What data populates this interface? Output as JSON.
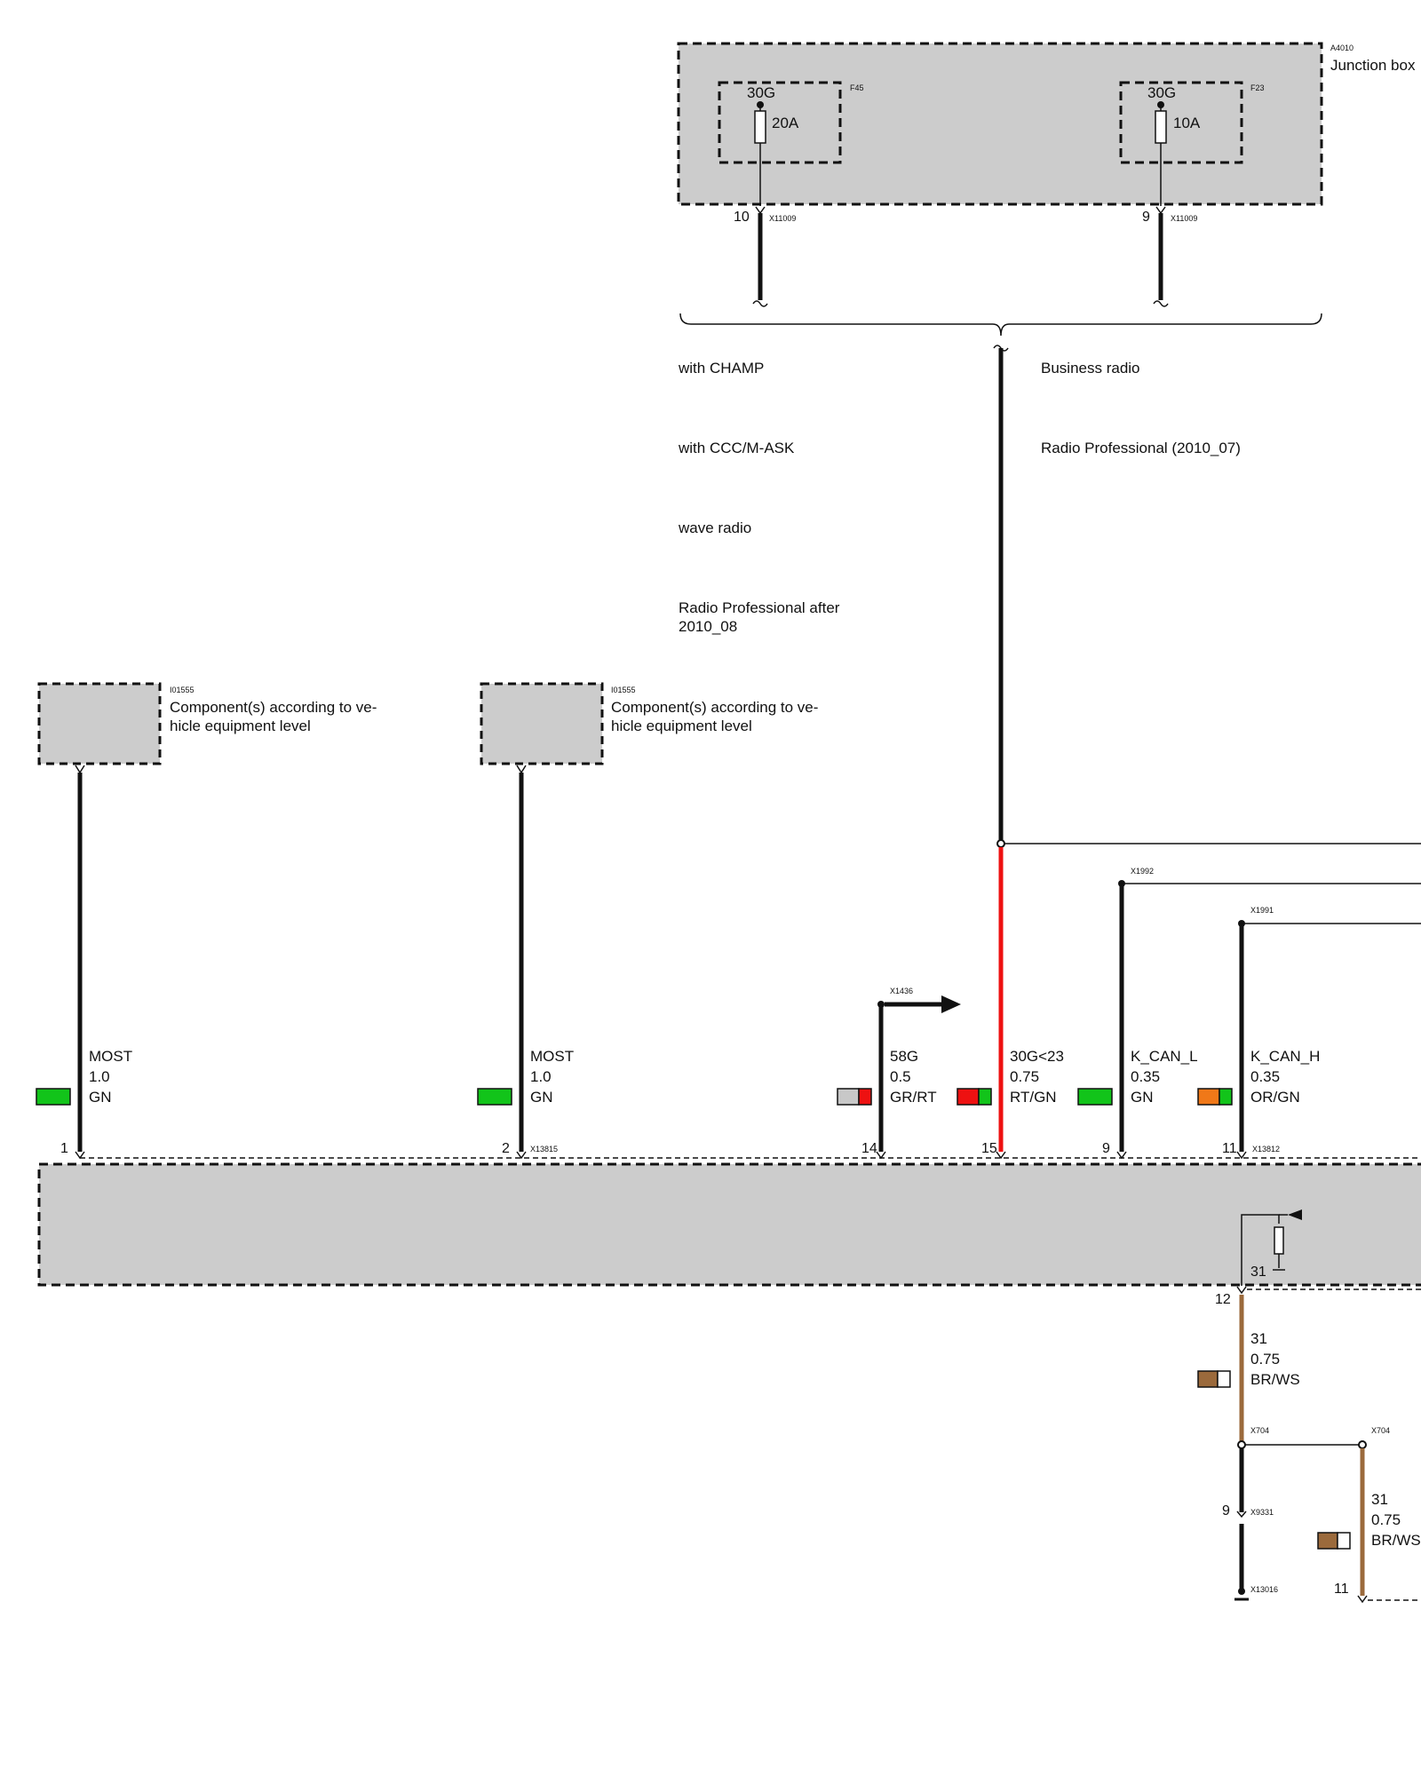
{
  "colors": {
    "GN": "#12c41a",
    "RT": "#ee1111",
    "GR": "#c8c8c8",
    "OR": "#f07818",
    "BR": "#9b6a3c",
    "WS": "#ffffff",
    "BK": "#111111",
    "box_fill": "#cccccc"
  },
  "junction_box": {
    "id": "A4010",
    "title": "Junction box",
    "connector": "X11009",
    "fuses": [
      {
        "id": "F45",
        "terminal": "30G",
        "rating": "20A",
        "pin": "10",
        "connector": "X11009"
      },
      {
        "id": "F23",
        "terminal": "30G",
        "rating": "10A",
        "pin": "9",
        "connector": "X11009"
      }
    ]
  },
  "variants": {
    "left": [
      "with CHAMP",
      "with CCC/M-ASK",
      "wave radio",
      "Radio Professional after 2010_08"
    ],
    "right": [
      "Business radio",
      "Radio Professional (2010_07)"
    ]
  },
  "components": [
    {
      "id": "I01555",
      "text": "Component(s) according to ve-hicle equipment level"
    },
    {
      "id": "I01555",
      "text": "Component(s) according to ve-hicle equipment level"
    }
  ],
  "wires": [
    {
      "pin": "1",
      "signal": "MOST",
      "size": "1.0",
      "color_code": "GN",
      "colors": [
        "GN"
      ]
    },
    {
      "pin": "2",
      "signal": "MOST",
      "size": "1.0",
      "color_code": "GN",
      "colors": [
        "GN"
      ]
    },
    {
      "pin": "14",
      "signal": "58G",
      "size": "0.5",
      "color_code": "GR/RT",
      "colors": [
        "GR",
        "RT"
      ],
      "splice": "X1436"
    },
    {
      "pin": "15",
      "signal": "30G<23",
      "size": "0.75",
      "color_code": "RT/GN",
      "colors": [
        "RT",
        "GN"
      ]
    },
    {
      "pin": "9",
      "signal": "K_CAN_L",
      "size": "0.35",
      "color_code": "GN",
      "colors": [
        "GN"
      ],
      "splice": "X1992"
    },
    {
      "pin": "11",
      "signal": "K_CAN_H",
      "size": "0.35",
      "color_code": "OR/GN",
      "colors": [
        "OR",
        "GN"
      ],
      "splice": "X1991"
    }
  ],
  "main_connector": "X13815",
  "right_connector": "X13812",
  "ground": {
    "internal_label": "31",
    "pin": "12",
    "wire": {
      "signal": "31",
      "size": "0.75",
      "color_code": "BR/WS",
      "colors": [
        "BR",
        "WS"
      ]
    },
    "splice": "X704",
    "splice2": "X704",
    "lower_pin": "9",
    "lower_connector": "X9331",
    "ground_point": "X13016",
    "branch": {
      "signal": "31",
      "size": "0.75",
      "color_code": "BR/WS",
      "colors": [
        "BR",
        "WS"
      ],
      "pin": "11"
    }
  }
}
